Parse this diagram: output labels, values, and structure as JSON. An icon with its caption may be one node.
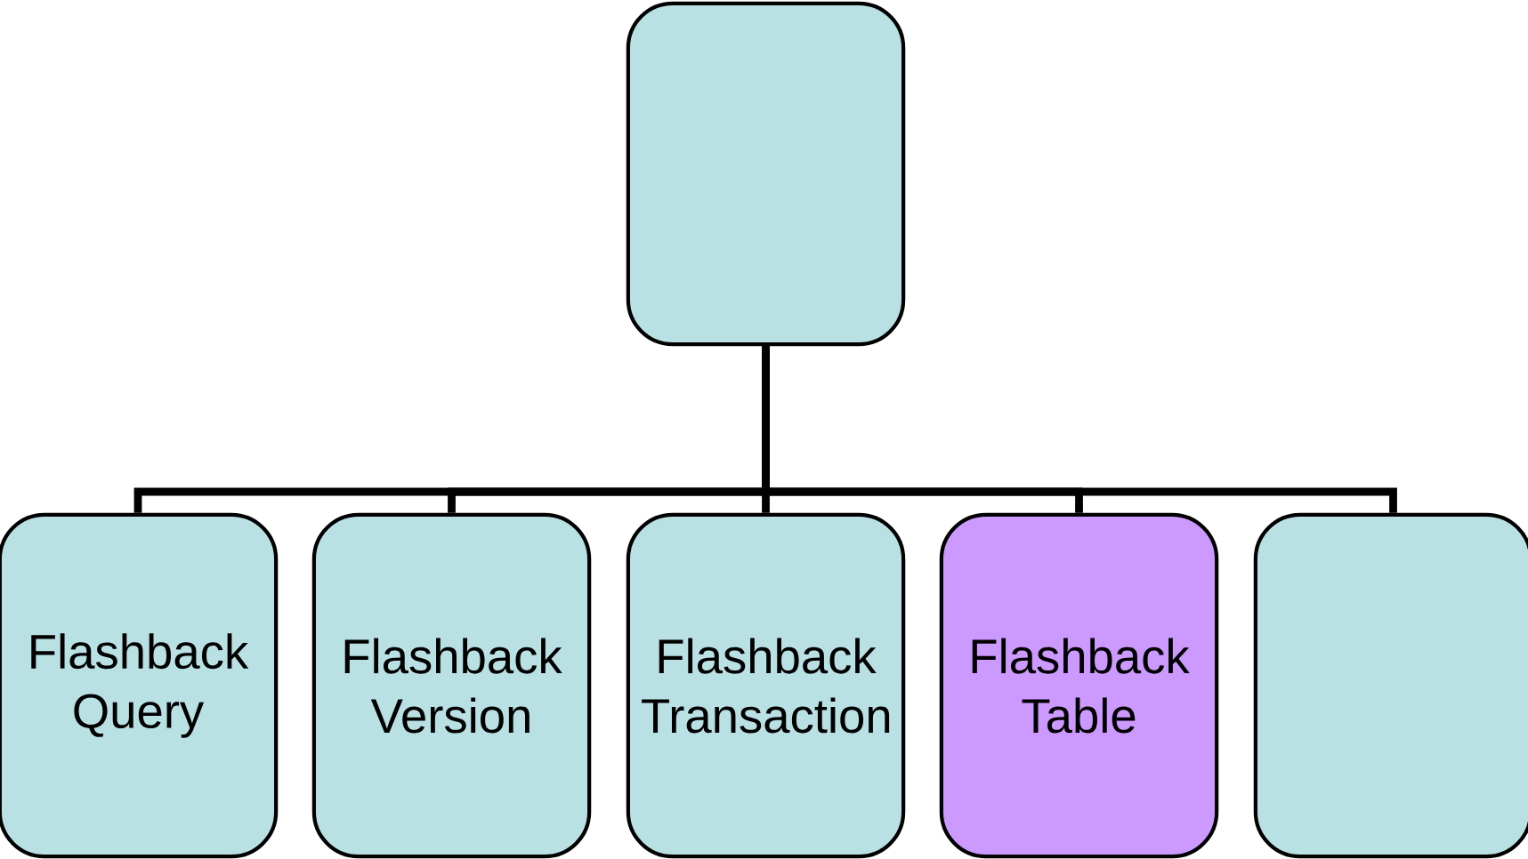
{
  "diagram": {
    "nodes": [
      {
        "text": [],
        "shape": "box"
      },
      {
        "text": [
          "Flashback Query"
        ]
      },
      {
        "text": [
          "Flashback Version"
        ]
      },
      {
        "text": [
          "Flashback Transaction"
        ]
      },
      {
        "text": [
          "Flashback Table"
        ]
      },
      {
        "text": [],
        "shape": "box"
      }
    ],
    "edges": [
      {
        "from": 0,
        "to": 1,
        "arrow": "none"
      },
      {
        "from": 0,
        "to": 2,
        "arrow": "none"
      },
      {
        "from": 0,
        "to": 3,
        "arrow": "none"
      },
      {
        "from": 0,
        "to": 4,
        "arrow": "none"
      },
      {
        "from": 0,
        "to": 5,
        "arrow": "none"
      }
    ]
  }
}
